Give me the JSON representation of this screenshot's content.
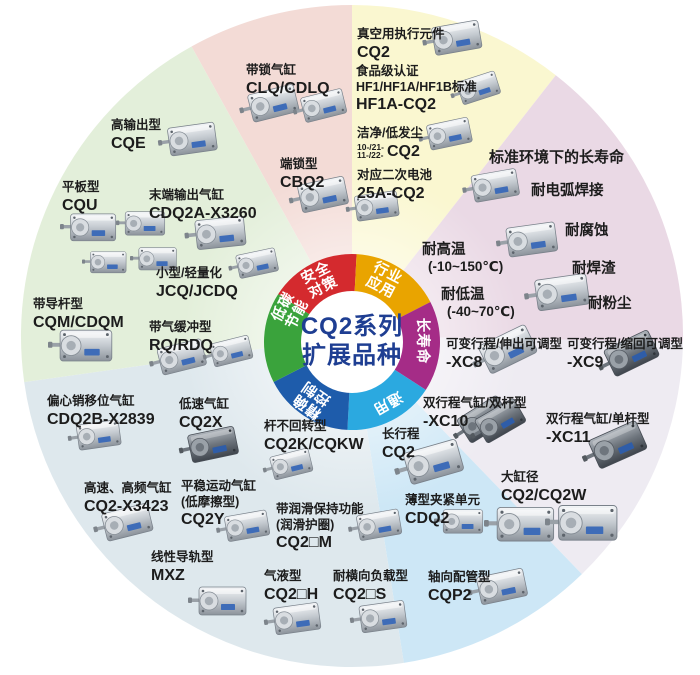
{
  "center": {
    "line1": "CQ2系列",
    "line2": "扩展品种",
    "text_color": "#1e3e92"
  },
  "hub_segments": [
    {
      "label": "安全对策",
      "line1": "安全",
      "line2": "对策",
      "color": "#d42a2e"
    },
    {
      "label": "行业应用",
      "line1": "行业",
      "line2": "应用",
      "color": "#e9a400"
    },
    {
      "label": "长寿命",
      "line1": "长寿命",
      "line2": "",
      "color": "#a52c87"
    },
    {
      "label": "通用",
      "line1": "通用",
      "line2": "",
      "color": "#2ba9e0"
    },
    {
      "label": "精确控制",
      "line1": "精确",
      "line2": "控制",
      "color": "#1e5cab"
    },
    {
      "label": "低碳节能",
      "line1": "低碳",
      "line2": "节能",
      "color": "#3aa33c"
    }
  ],
  "sectors": [
    {
      "id": "safety",
      "category": "安全对策",
      "color": "#f3dbd6",
      "items": [
        {
          "d1": "带锁气缸",
          "m": "CLQ/CDLQ"
        },
        {
          "d1": "端锁型",
          "m": "CBQ2"
        }
      ]
    },
    {
      "id": "industry",
      "category": "行业应用",
      "color": "#faf7d0",
      "items": [
        {
          "d1": "真空用执行元件",
          "m": "CQ2"
        },
        {
          "d1": "食品级认证",
          "d2": "HF1/HF1A/HF1B标准",
          "m": "HF1A-CQ2"
        },
        {
          "d1": "洁净/低发尘",
          "p1": "10-/21-",
          "p2": "11-/22-",
          "m": "CQ2"
        },
        {
          "d1": "对应二次电池",
          "m": "25A-CQ2"
        }
      ]
    },
    {
      "id": "long-life",
      "category": "长寿命",
      "color": "#ead9e5",
      "header": "标准环境下的长寿命",
      "items": [
        {
          "d1": "耐电弧焊接"
        },
        {
          "d1": "耐高温",
          "d2": "(-10~150℃)"
        },
        {
          "d1": "耐腐蚀"
        },
        {
          "d1": "耐焊渣"
        },
        {
          "d1": "耐低温",
          "d2": "(-40~70℃)"
        },
        {
          "d1": "耐粉尘"
        }
      ]
    },
    {
      "id": "general-variable",
      "category": "通用",
      "color": "#eeebf2",
      "items": [
        {
          "d1": "可变行程/伸出可调型",
          "m": "-XC8"
        },
        {
          "d1": "可变行程/缩回可调型",
          "m": "-XC9"
        },
        {
          "d1": "双行程气缸/双杆型",
          "m": "-XC10"
        },
        {
          "d1": "双行程气缸/单杆型",
          "m": "-XC11"
        }
      ]
    },
    {
      "id": "general-size",
      "category": "通用",
      "color": "#cde7f6",
      "items": [
        {
          "d1": "长行程",
          "m": "CQ2"
        },
        {
          "d1": "大缸径",
          "m": "CQ2/CQ2W"
        },
        {
          "d1": "薄型夹紧单元",
          "m": "CDQ2"
        },
        {
          "d1": "轴向配管型",
          "m": "CQP2"
        }
      ]
    },
    {
      "id": "precision",
      "category": "精确控制",
      "color": "#dee8ed",
      "items": [
        {
          "d1": "带导杆型",
          "m": "CQM/CDQM"
        },
        {
          "d1": "带气缓冲型",
          "m": "RQ/RDQ"
        },
        {
          "d1": "偏心销移位气缸",
          "m": "CDQ2B-X2839"
        },
        {
          "d1": "低速气缸",
          "m": "CQ2X"
        },
        {
          "d1": "高速、高频气缸",
          "m": "CQ2-X3423"
        },
        {
          "d1": "平稳运动气缸",
          "d2": "(低摩擦型)",
          "m": "CQ2Y"
        },
        {
          "d1": "杆不回转型",
          "m": "CQ2K/CQKW"
        },
        {
          "d1": "带润滑保持功能",
          "d2": "(润滑护圈)",
          "m": "CQ2□M"
        },
        {
          "d1": "线性导轨型",
          "m": "MXZ"
        },
        {
          "d1": "气液型",
          "m": "CQ2□H"
        },
        {
          "d1": "耐横向负载型",
          "m": "CQ2□S"
        }
      ]
    },
    {
      "id": "eco",
      "category": "低碳节能",
      "color": "#e3efda",
      "items": [
        {
          "d1": "高输出型",
          "m": "CQE"
        },
        {
          "d1": "平板型",
          "m": "CQU"
        },
        {
          "d1": "末端输出气缸",
          "m": "CDQ2A-X3260"
        },
        {
          "d1": "小型/轻量化",
          "m": "JCQ/JCDQ"
        }
      ]
    }
  ]
}
